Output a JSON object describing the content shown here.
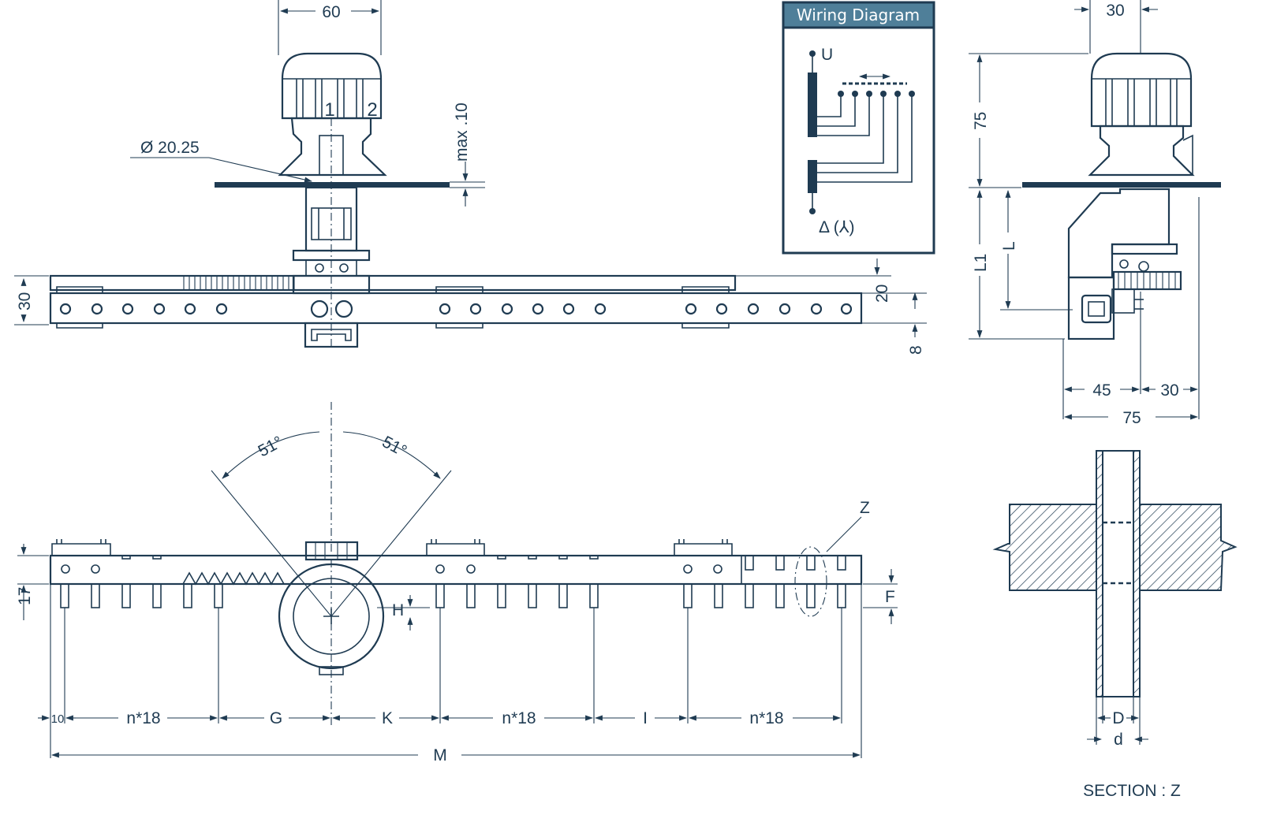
{
  "colors": {
    "ink": "#1f3b52",
    "header_bg": "#4f7f99",
    "paper": "#ffffff"
  },
  "wiring": {
    "title": "Wiring Diagram",
    "u_label": "U",
    "delta_label": "Δ (⅄)"
  },
  "motor": {
    "knob_1": "1",
    "knob_2": "2"
  },
  "dims": {
    "d60": "60",
    "d20_25": "Ø 20.25",
    "max10": "max .10",
    "d30_left": "30",
    "d20": "20",
    "d8": "8",
    "d30_top_right": "30",
    "d75_vert": "75",
    "L1": "L1",
    "L": "L",
    "d45": "45",
    "d30_bottom": "30",
    "d75_bottom": "75",
    "angle_left": "51°",
    "angle_right": "51°",
    "Z": "Z",
    "d17": "17",
    "H": "H",
    "F": "F",
    "d10": "10",
    "n18_1": "n*18",
    "G": "G",
    "K": "K",
    "n18_2": "n*18",
    "I": "I",
    "n18_3": "n*18",
    "M": "M",
    "D": "D",
    "d": "d"
  },
  "section": {
    "title": "SECTION : Z"
  }
}
